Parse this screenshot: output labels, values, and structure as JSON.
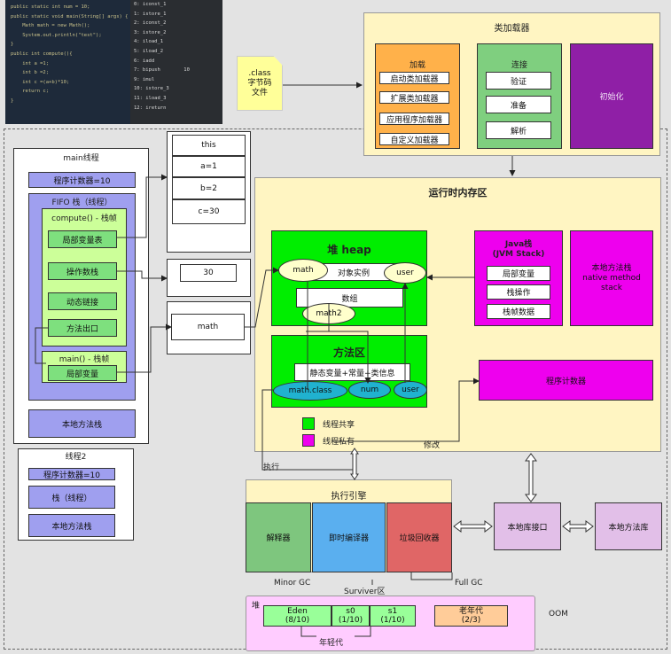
{
  "code": {
    "left_lines": [
      "public static int num = 10;",
      "public static void main(String[] args) {",
      "    Math math = new Math();",
      "    System.out.println(\"test\");",
      "}",
      "public int compute(){",
      "    int a =1;",
      "    int b =2;",
      "    int c =(a+b)*10;",
      "    return c;",
      "}"
    ],
    "right_lines": [
      "0: iconst_1",
      "1: istore_1",
      "2: iconst_2",
      "3: istore_2",
      "4: iload_1",
      "5: iload_2",
      "6: iadd",
      "7: bipush        10",
      "9: imul",
      "10: istore_3",
      "11: iload_3",
      "12: ireturn"
    ]
  },
  "note": ".class\n字节码\n文件",
  "classloader": {
    "title": "类加载器",
    "load": {
      "title": "加载",
      "items": [
        "启动类加载器",
        "扩展类加载器",
        "应用程序加载器",
        "自定义加载器"
      ]
    },
    "link": {
      "title": "连接",
      "items": [
        "验证",
        "准备",
        "解析"
      ]
    },
    "init": "初始化"
  },
  "main_thread": {
    "title": "main线程",
    "pc": "程序计数器=10",
    "stack_title": "FIFO 栈（线程）",
    "compute_frame": "compute() - 栈帧",
    "local_vars": "局部变量表",
    "operand": "操作数栈",
    "dynamic_link": "动态链接",
    "method_exit": "方法出口",
    "main_frame": "main() - 栈帧",
    "main_local": "局部变量",
    "native": "本地方法栈"
  },
  "local_table": [
    "this",
    "a=1",
    "b=2",
    "c=30"
  ],
  "operand_value": "30",
  "main_local_value": "math",
  "thread2": {
    "title": "线程2",
    "pc": "程序计数器=10",
    "stack": "栈（线程）",
    "native": "本地方法栈"
  },
  "runtime": {
    "title": "运行时内存区",
    "heap_title": "堆 heap",
    "obj_instance": "对象实例",
    "math": "math",
    "user": "user",
    "array": "数组",
    "math2": "math2",
    "method_area": "方法区",
    "static_info": "静态变量+常量+类信息",
    "math_class": "math.class",
    "num": "num",
    "user2": "user",
    "jvm_stack_title": "Java栈\n(JVM Stack)",
    "jvm_items": [
      "局部变量",
      "栈操作",
      "栈帧数据"
    ],
    "native_stack": "本地方法栈\nnative method\nstack",
    "pc": "程序计数器",
    "legend_shared": "线程共享",
    "legend_private": "线程私有",
    "modify": "修改",
    "execute": "执行"
  },
  "engine": {
    "title": "执行引擎",
    "interpreter": "解释器",
    "jit": "即时编译器",
    "gc": "垃圾回收器",
    "native_iface": "本地库接口",
    "native_lib": "本地方法库"
  },
  "gc_labels": {
    "minor": "Minor GC",
    "survivor": "Surviver区",
    "full": "Full GC",
    "oom": "OOM"
  },
  "heap_gen": {
    "title": "堆",
    "eden": "Eden",
    "eden_ratio": "(8/10)",
    "s0": "s0",
    "s0_ratio": "(1/10)",
    "s1": "s1",
    "s1_ratio": "(1/10)",
    "old": "老年代",
    "old_ratio": "(2/3)",
    "young": "年轻代"
  },
  "colors": {
    "yellow": "#fff5c2",
    "green": "#00ee00",
    "magenta": "#ee00ee",
    "purple": "#8f1fa6",
    "lavender": "#9f9fef",
    "light_green": "#ccff99",
    "orange": "#ffb14a",
    "mid_green": "#7fcf7f",
    "engine_green": "#7ec67e",
    "engine_blue": "#5aafef",
    "engine_red": "#e06666",
    "native_pink": "#e2bfe8",
    "heap_pink": "#ffccff",
    "eden_green": "#99ff99",
    "old_orange": "#ffcc99",
    "pale_yellow": "#ffffcc",
    "teal": "#20b2cf"
  }
}
